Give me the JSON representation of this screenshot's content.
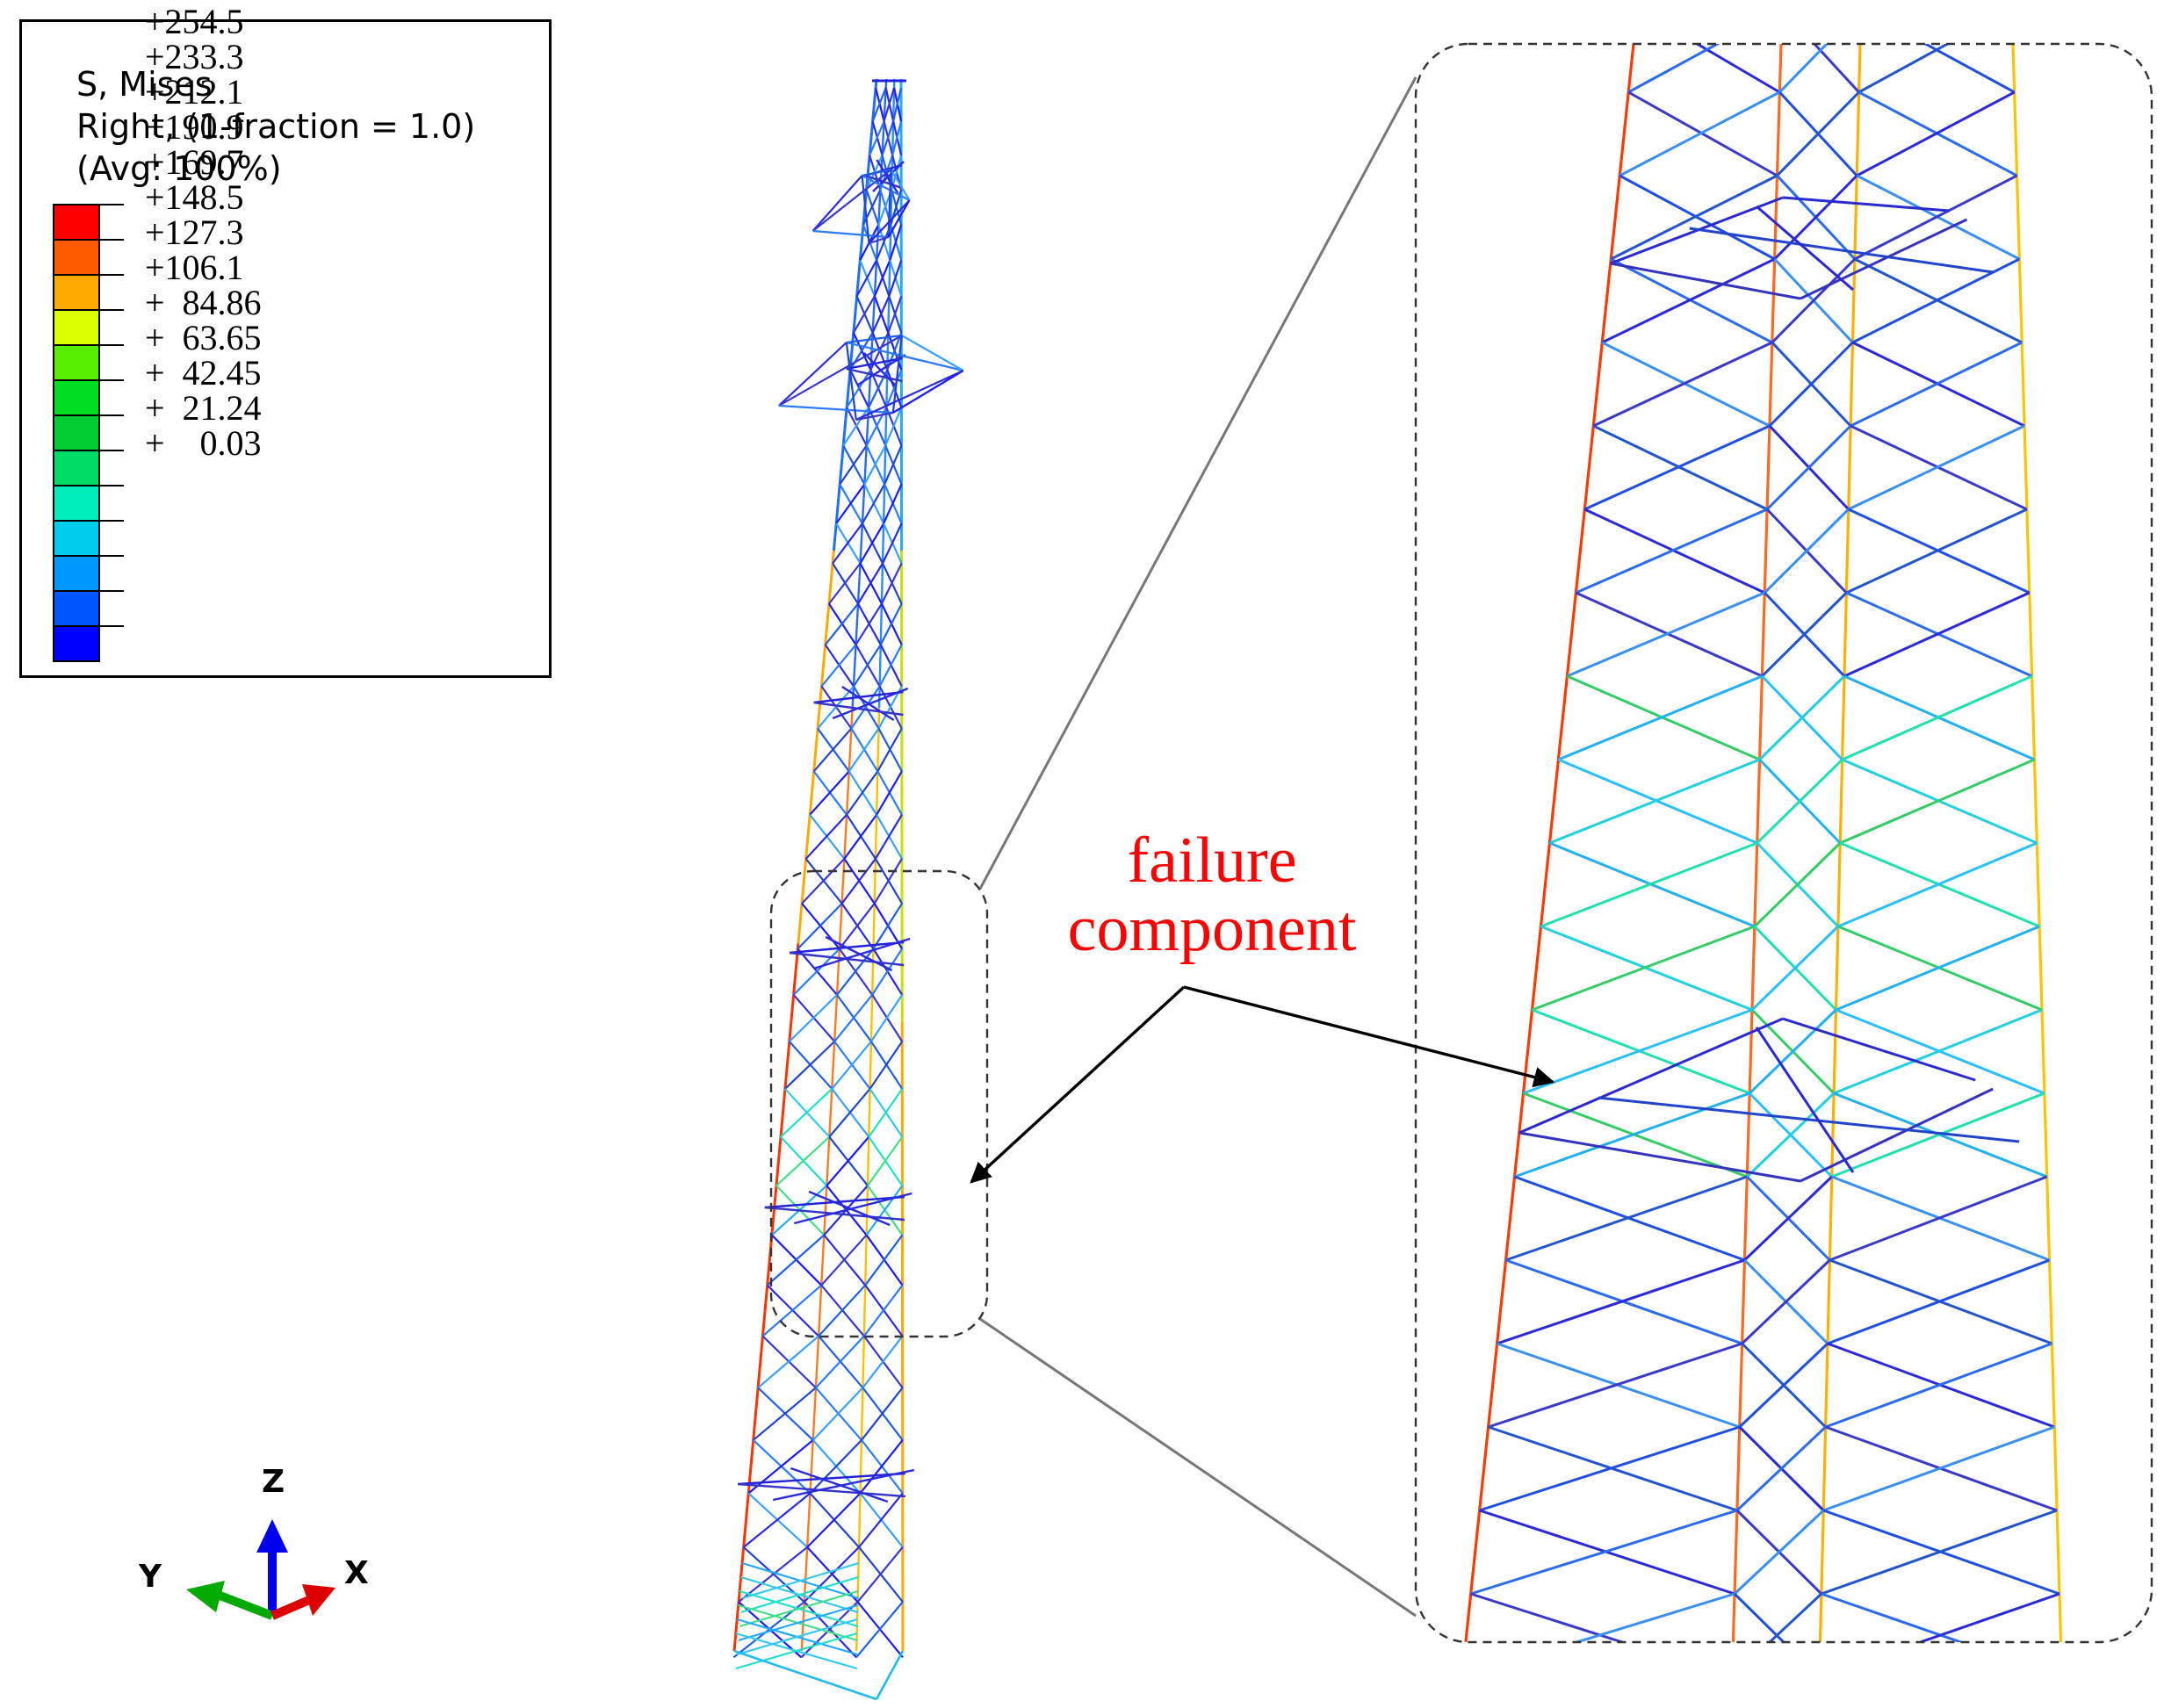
{
  "legend": {
    "title_lines": [
      "S, Mises",
      "Right, (1-fraction = 1.0)",
      "(Avg: 100%)"
    ],
    "values": [
      "+254.5",
      "+233.3",
      "+212.1",
      "+190.9",
      "+169.7",
      "+148.5",
      "+127.3",
      "+106.1",
      "+  84.86",
      "+  63.65",
      "+  42.45",
      "+  21.24",
      "+    0.03"
    ],
    "colors": [
      "#ff0000",
      "#ff5a00",
      "#ffaa00",
      "#dcff00",
      "#55ee00",
      "#00dd22",
      "#00cc33",
      "#00dd66",
      "#00eebb",
      "#00ccee",
      "#0099ff",
      "#0055ff",
      "#0000ff"
    ]
  },
  "annotation": {
    "line1": "failure",
    "line2": "component",
    "color": "#ff0000"
  },
  "triad": {
    "z": "Z",
    "y": "Y",
    "x": "X",
    "z_color": "#0000ee",
    "y_color": "#00aa00",
    "x_color": "#dd0000"
  }
}
